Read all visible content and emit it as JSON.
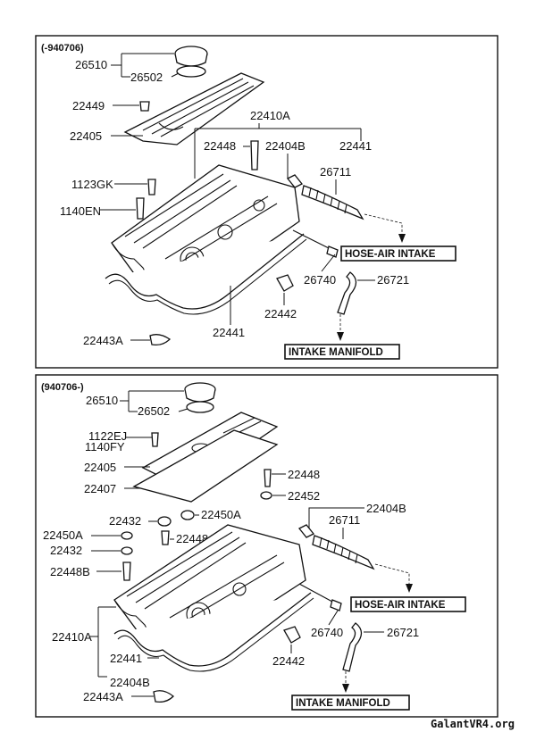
{
  "top_panel": {
    "version": "(-940706)",
    "labels": {
      "p26510": "26510",
      "p26502": "26502",
      "p22449": "22449",
      "p22405": "22405",
      "p22410A": "22410A",
      "p22448": "22448",
      "p22404B": "22404B",
      "p22441a": "22441",
      "p26711": "26711",
      "p1123GK": "1123GK",
      "p1140EN": "1140EN",
      "hose_air_intake": "HOSE-AIR INTAKE",
      "p26740": "26740",
      "p26721": "26721",
      "p22442": "22442",
      "p22441b": "22441",
      "p22443A": "22443A",
      "intake_manifold": "INTAKE MANIFOLD"
    }
  },
  "bottom_panel": {
    "version": "(940706-)",
    "labels": {
      "p26510": "26510",
      "p26502": "26502",
      "p1122EJ": "1122EJ",
      "p1140FY": "1140FY",
      "p22405": "22405",
      "p22407": "22407",
      "p22448": "22448",
      "p22452": "22452",
      "p22432a": "22432",
      "p22450Aa": "22450A",
      "p22404Ba": "22404B",
      "p22450Ab": "22450A",
      "p26711": "26711",
      "p22432b": "22432",
      "p22448A": "22448A",
      "p22448B": "22448B",
      "hose_air_intake": "HOSE-AIR INTAKE",
      "p22410A": "22410A",
      "p26740": "26740",
      "p26721": "26721",
      "p22441": "22441",
      "p22442": "22442",
      "p22404Bb": "22404B",
      "p22443A": "22443A",
      "intake_manifold": "INTAKE MANIFOLD"
    }
  },
  "watermark": "GalantVR4.org"
}
